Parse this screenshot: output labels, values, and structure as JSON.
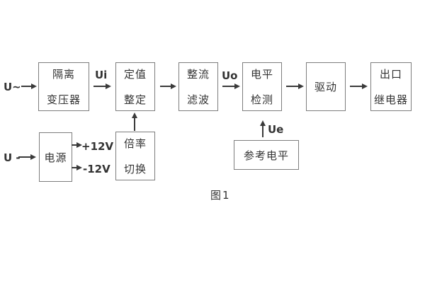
{
  "diagram": {
    "caption": "图1",
    "blocks": {
      "isolation_transformer": {
        "line1": "隔离",
        "line2": "变压器"
      },
      "value_setting": {
        "line1": "定值",
        "line2": "整定"
      },
      "rectify_filter": {
        "line1": "整流",
        "line2": "滤波"
      },
      "level_detection": {
        "line1": "电平",
        "line2": "检测"
      },
      "drive": {
        "line1": "驱动"
      },
      "output_relay": {
        "line1": "出口",
        "line2": "继电器"
      },
      "power_supply": {
        "line1": "电源"
      },
      "ratio_switch": {
        "line1": "倍率",
        "line2": "切换"
      },
      "reference_level": {
        "line1": "参考电平"
      }
    },
    "signals": {
      "input_ac": "U~",
      "input_dc": "U -",
      "ui": "Ui",
      "uo": "Uo",
      "ue": "Ue",
      "rail_pos": "+12V",
      "rail_neg": "-12V"
    },
    "colors": {
      "line": "#3a3a3a",
      "border": "#7d7d7d",
      "text": "#333333",
      "background": "#ffffff"
    }
  }
}
